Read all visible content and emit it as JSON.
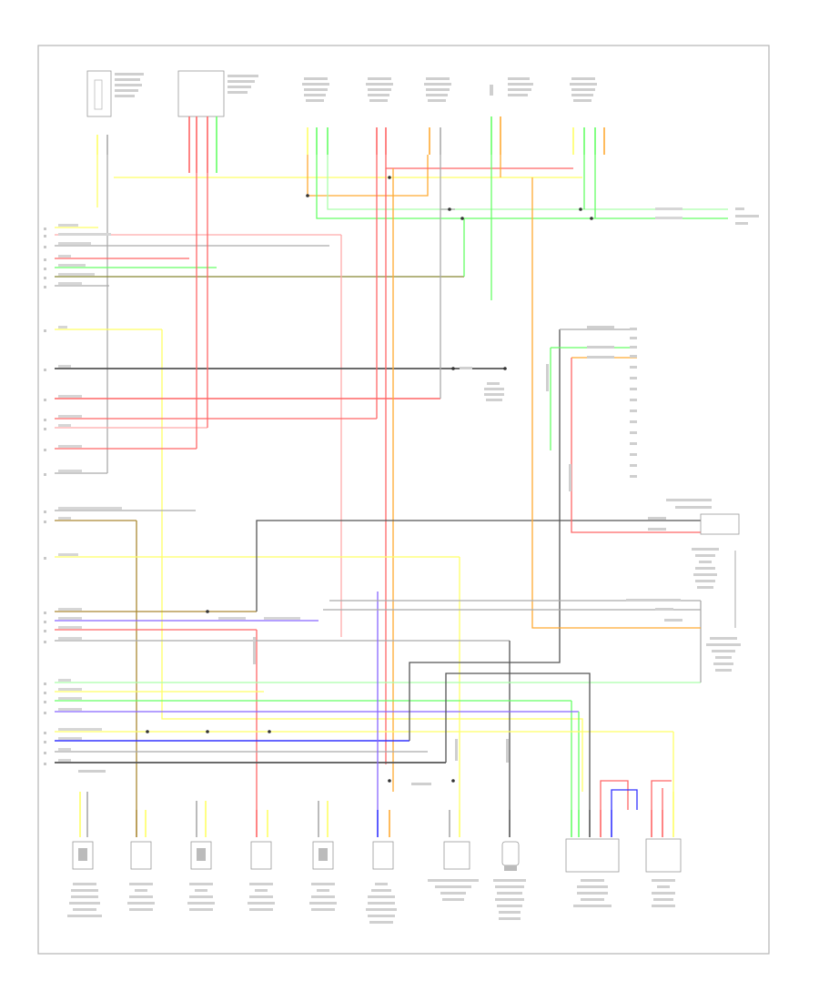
{
  "diagram": {
    "colors": {
      "border": "#b5b5b5",
      "yellow": "#ffff66",
      "red": "#ff6666",
      "green": "#66ff66",
      "orange": "#ffaa33",
      "blue": "#3333ff",
      "violet": "#8866ff",
      "brown": "#aa8833",
      "black": "#555555",
      "gray": "#aaaaaa",
      "pink": "#ffaaaa",
      "lightgreen": "#aaffaa"
    },
    "top_connectors": [
      {
        "name": "connector-top-1",
        "icon": "sensor-icon"
      },
      {
        "name": "connector-top-2",
        "icon": "module-icon"
      },
      {
        "name": "connector-top-3",
        "icon": "sensor-icon"
      },
      {
        "name": "connector-top-4",
        "icon": "sensor-icon"
      },
      {
        "name": "connector-top-5",
        "icon": "sensor-icon"
      },
      {
        "name": "connector-top-6",
        "icon": "sensor-icon"
      },
      {
        "name": "connector-top-7",
        "icon": "sensor-icon"
      }
    ],
    "bottom_components": [
      {
        "name": "component-bottom-1",
        "icon": "sensor-icon"
      },
      {
        "name": "component-bottom-2",
        "icon": "injector-icon"
      },
      {
        "name": "component-bottom-3",
        "icon": "sensor-icon"
      },
      {
        "name": "component-bottom-4",
        "icon": "injector-icon"
      },
      {
        "name": "component-bottom-5",
        "icon": "sensor-icon"
      },
      {
        "name": "component-bottom-6",
        "icon": "injector-icon"
      },
      {
        "name": "component-bottom-7",
        "icon": "sensor-icon"
      },
      {
        "name": "component-bottom-8",
        "icon": "sensor-icon"
      },
      {
        "name": "component-bottom-9",
        "icon": "module-icon"
      },
      {
        "name": "component-bottom-10",
        "icon": "module-icon"
      }
    ],
    "right_modules": [
      {
        "name": "engine-control-unit-box",
        "icon": "module-icon"
      }
    ]
  }
}
